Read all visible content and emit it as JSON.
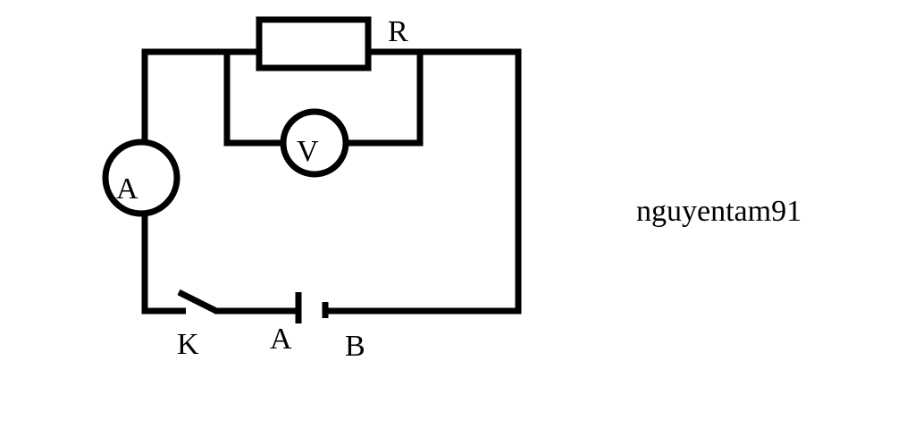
{
  "diagram": {
    "resistor_label": "R",
    "voltmeter_label": "V",
    "ammeter_label": "A",
    "switch_label": "K",
    "terminal_a_label": "A",
    "terminal_b_label": "B",
    "author": "nguyentam91"
  },
  "colors": {
    "stroke": "#000000",
    "background": "#ffffff"
  }
}
